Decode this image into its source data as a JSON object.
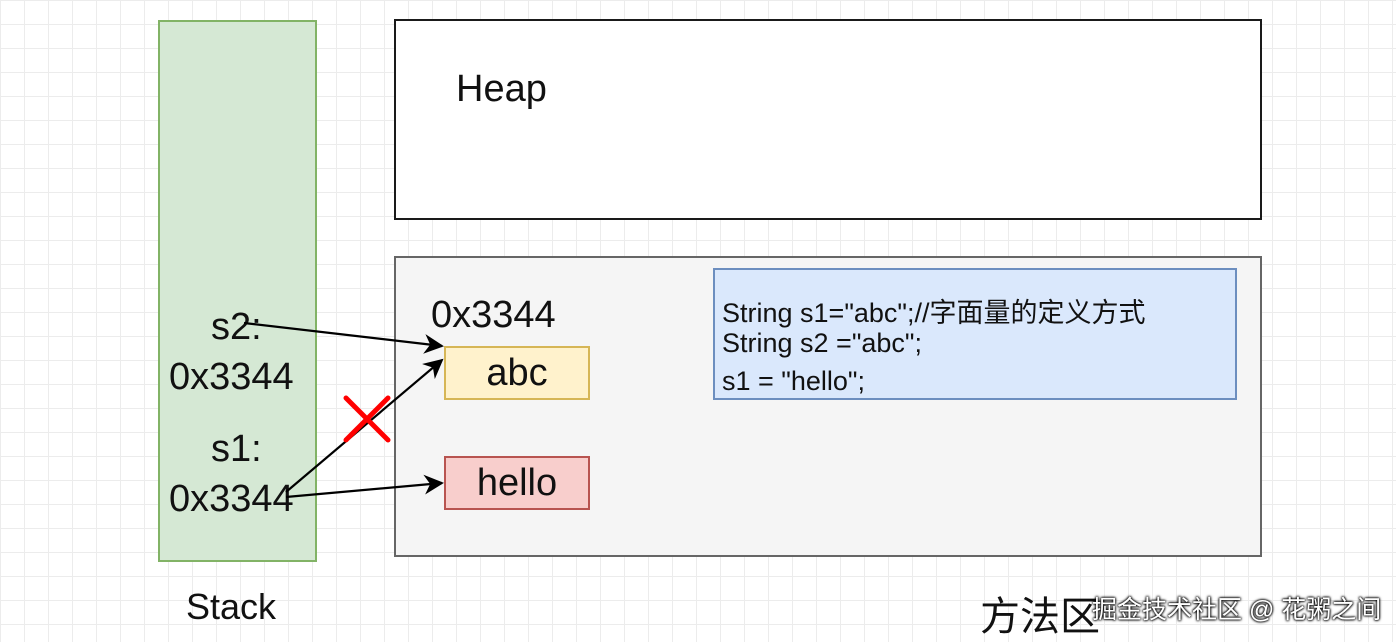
{
  "stack": {
    "label": "Stack",
    "s2_name": "s2:",
    "s2_addr": "0x3344",
    "s1_name": "s1:",
    "s1_addr": "0x3344"
  },
  "heap": {
    "label": "Heap"
  },
  "method_area": {
    "label": "方法区",
    "address": "0x3344",
    "abc": "abc",
    "hello": "hello",
    "code_lines": [
      "String s1=\"abc\";//字面量的定义方式",
      "String s2 =\"abc\";",
      "s1 = \"hello\";"
    ]
  },
  "watermark": "掘金技术社区 @ 花粥之间",
  "colors": {
    "stack_fill": "#d5e8d4",
    "stack_stroke": "#82b366",
    "abc_fill": "#fff2cc",
    "abc_stroke": "#d6b656",
    "hello_fill": "#f8cecc",
    "hello_stroke": "#b85450",
    "code_fill": "#dae8fc",
    "code_stroke": "#6c8ebf",
    "cross": "#ff0000"
  }
}
